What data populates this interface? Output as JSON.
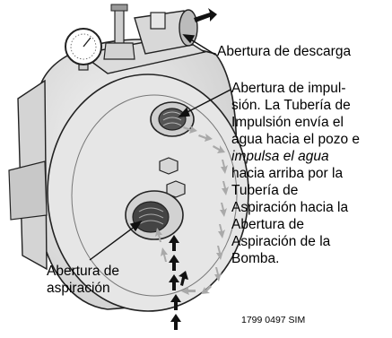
{
  "labels": {
    "discharge": "Abertura de descarga",
    "impulsion_lines": [
      "Abertura de impul-",
      "sión. La Tubería de",
      "Impulsión envía el",
      "agua hacia el pozo e"
    ],
    "impulsion_italic": "impulsa el agua",
    "impulsion_lines_after": [
      "hacia arriba por la",
      "Tubería de",
      "Aspiración hacia la",
      "Abertura de",
      "Aspiración de la",
      "Bomba."
    ],
    "suction_lines": [
      "Abertura de",
      "aspiración"
    ],
    "code": "1799 0497 SIM"
  },
  "colors": {
    "body": "#e2e2e2",
    "shadow": "#bdbdbd",
    "outline": "#222222",
    "flow_light": "#a9a9a9",
    "flow_dark": "#111111"
  }
}
